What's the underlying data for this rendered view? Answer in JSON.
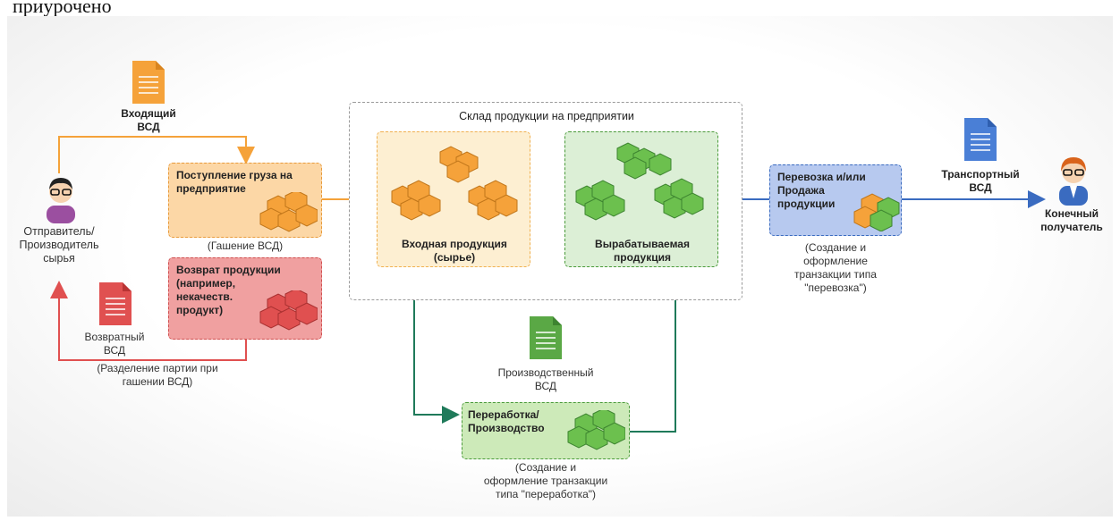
{
  "top_text": "приурочено",
  "colors": {
    "orange": "#f5a23a",
    "orange_fill": "#fcd7a6",
    "orange_soft": "#fdefd2",
    "red": "#e05050",
    "red_fill": "#f0a0a0",
    "green": "#4a9a3a",
    "green_fill": "#cdeab9",
    "green_soft": "#dcefd6",
    "blue": "#3a6bc0",
    "blue_fill": "#b7c9ef",
    "teal": "#1f7a5a"
  },
  "actors": {
    "sender": "Отправитель/\nПроизводитель\nсырья",
    "receiver": "Конечный\nполучатель"
  },
  "documents": {
    "incoming": "Входящий\nВСД",
    "return": "Возвратный\nВСД",
    "production": "Производственный\nВСД",
    "transport": "Транспортный\nВСД"
  },
  "processes": {
    "receipt": "Поступление груза на\nпредприятие",
    "receipt_note": "(Гашение ВСД)",
    "return": "Возврат продукции\n(например,\nнекачеств.\nпродукт)",
    "return_note": "(Разделение партии при\nгашении ВСД)",
    "processing": "Переработка/\nПроизводство",
    "processing_note": "(Создание и\nоформление транзакции\nтипа \"переработка\")",
    "transport": "Перевозка и/или\nПродажа\nпродукции",
    "transport_note": "(Создание и\nоформление\nтранзакции типа\n\"перевозка\")"
  },
  "warehouse": {
    "title": "Склад продукции на предприятии",
    "input": "Входная продукция\n(сырье)",
    "output": "Вырабатываемая\nпродукция"
  },
  "icons": [
    "document-icon",
    "person-icon",
    "cubes-icon"
  ]
}
